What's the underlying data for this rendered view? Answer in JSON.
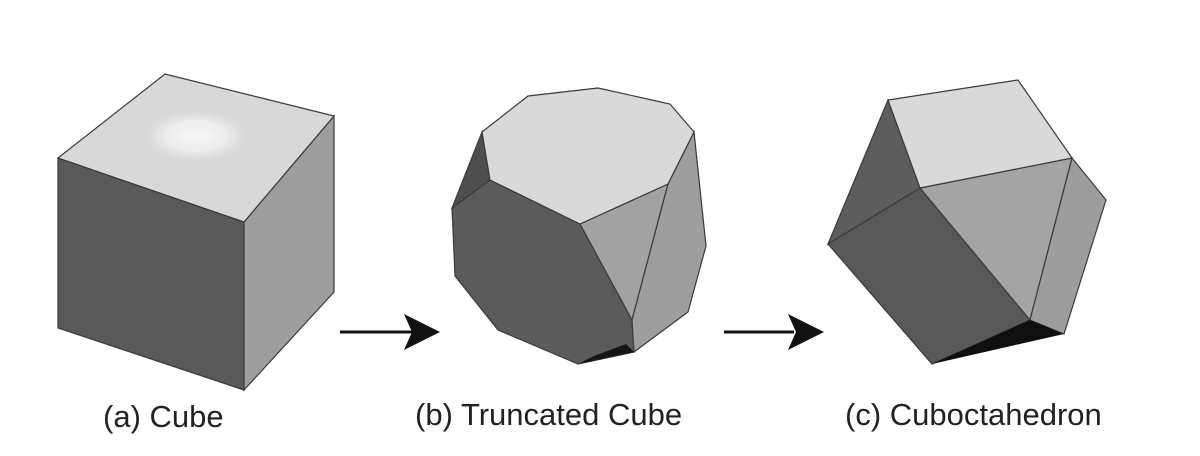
{
  "figures": [
    {
      "id": "cube",
      "caption": "(a) Cube"
    },
    {
      "id": "truncated-cube",
      "caption": "(b) Truncated Cube"
    },
    {
      "id": "cuboctahedron",
      "caption": "(c) Cuboctahedron"
    }
  ],
  "colors": {
    "background": "#ffffff",
    "top_face": "#d9d9d9",
    "top_highlight": "#f4f4f4",
    "dark_face": "#5b5b5b",
    "mid_face": "#a3a3a3",
    "light_side_face": "#9d9d9d",
    "edge": "#3a3a3a",
    "shadow": "#111111",
    "arrow": "#111111",
    "caption_text": "#222222"
  }
}
